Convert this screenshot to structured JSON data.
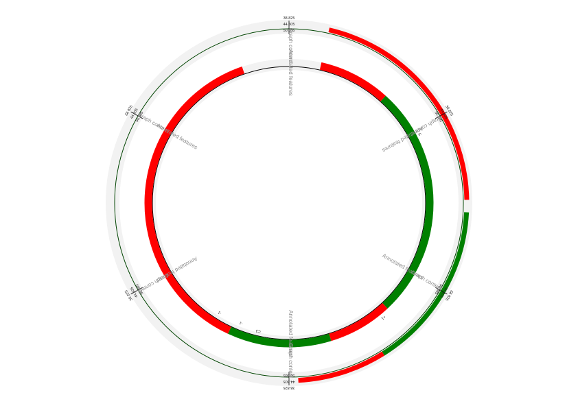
{
  "colors": {
    "background_track": "#f2f2f2",
    "backbone": "#004400",
    "inner_backbone": "#000000",
    "feature_red": "#ff0000",
    "feature_green": "#008000",
    "track_label": "#8c8c8c",
    "tick": "#000000"
  },
  "outer_track": {
    "labels": [
      "Graph content",
      "Annotated features"
    ],
    "tick_labels": [
      "50.385",
      "44.605",
      "38.825"
    ],
    "segments": [
      {
        "start_deg": 13,
        "end_deg": 47,
        "color": "red"
      },
      {
        "start_deg": 47,
        "end_deg": 89,
        "color": "red"
      },
      {
        "start_deg": 93,
        "end_deg": 148,
        "color": "green"
      },
      {
        "start_deg": 148,
        "end_deg": 177,
        "color": "red"
      }
    ]
  },
  "inner_track": {
    "segments": [
      {
        "start_deg": 13,
        "end_deg": 42,
        "color": "red"
      },
      {
        "start_deg": 42,
        "end_deg": 137,
        "color": "green"
      },
      {
        "start_deg": 137,
        "end_deg": 163,
        "color": "red"
      },
      {
        "start_deg": 163,
        "end_deg": 205,
        "color": "green"
      },
      {
        "start_deg": 205,
        "end_deg": 341,
        "color": "red"
      }
    ],
    "feature_labels": [
      "S",
      "+1",
      "-1",
      "-1",
      "C3"
    ]
  }
}
